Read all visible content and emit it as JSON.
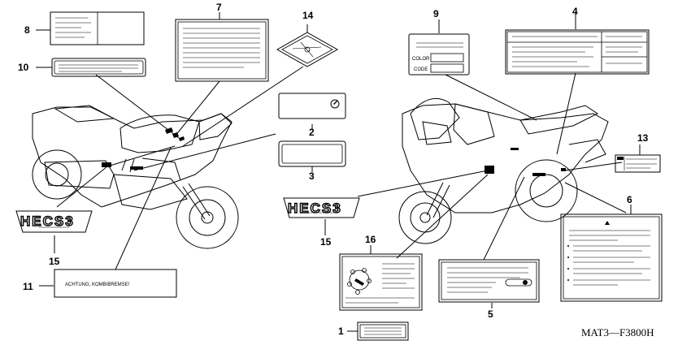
{
  "callouts": {
    "n1": "1",
    "n2": "2",
    "n3": "3",
    "n4": "4",
    "n5": "5",
    "n6": "6",
    "n7": "7",
    "n8": "8",
    "n9": "9",
    "n10": "10",
    "n11": "11",
    "n13": "13",
    "n14": "14",
    "n15a": "15",
    "n15b": "15",
    "n16": "16"
  },
  "labels": {
    "hecs_left": "HECS3",
    "hecs_right": "HECS3",
    "achtung": "ACHTUNG, KOMBIBREMSE!",
    "color": "COLOR",
    "code": "CODE"
  },
  "diagram_code": "MAT3—F3800H"
}
